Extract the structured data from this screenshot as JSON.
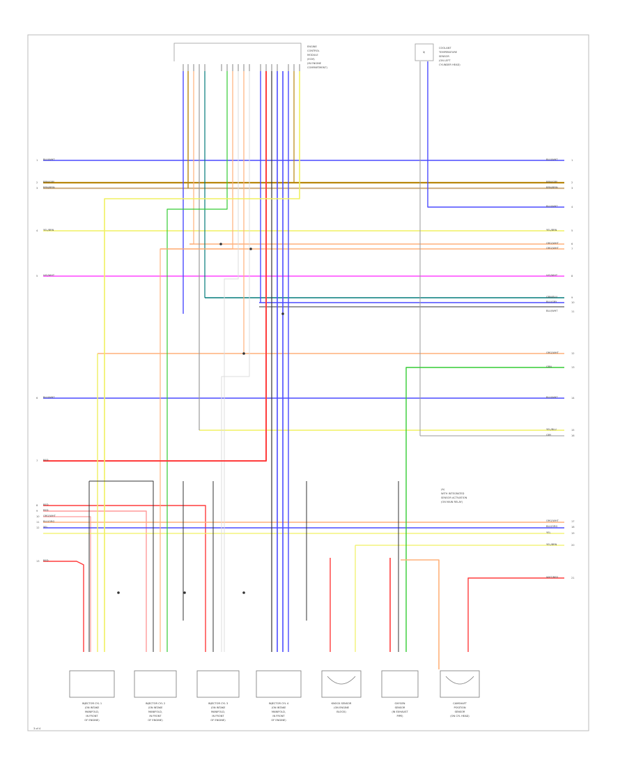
{
  "diagram": {
    "corner_mark": "3 of 4",
    "wire_colors": {
      "blue": "#4a4aff",
      "brown": "#b8860b",
      "tan": "#d2b48c",
      "yellow": "#f0f060",
      "orange": "#ffb07a",
      "magenta": "#ff44ff",
      "green": "#33cc33",
      "dkgreen": "#007a7a",
      "red": "#ff3b3b",
      "pink": "#ff9999",
      "gray": "#999999",
      "black": "#333333",
      "white": "#dddddd",
      "violet": "#9a4aff"
    },
    "left_wires": [
      {
        "label": "BLU/WHT",
        "num": "1"
      },
      {
        "label": "BRN/GRY",
        "num": "2"
      },
      {
        "label": "BRN/BRN",
        "num": "3"
      },
      {
        "label": "YEL/BRN",
        "num": "4"
      },
      {
        "label": "VIO/WHT",
        "num": "5"
      },
      {
        "label": "BLU/WHT",
        "num": "6"
      },
      {
        "label": "RED",
        "num": "7"
      },
      {
        "label": "RED",
        "num": "8"
      },
      {
        "label": "RED",
        "num": "9"
      },
      {
        "label": "ORG/WHT",
        "num": "10"
      },
      {
        "label": "BLU/ORG",
        "num": "11"
      },
      {
        "label": "YEL",
        "num": "12"
      },
      {
        "label": "RED",
        "num": "13"
      }
    ],
    "right_wires": [
      {
        "label": "BLU/WHT",
        "num": "1"
      },
      {
        "label": "BRN/GRY",
        "num": "2"
      },
      {
        "label": "BRN/BRN",
        "num": "3"
      },
      {
        "label": "BLU/WHT",
        "num": "4"
      },
      {
        "label": "YEL/BRN",
        "num": "5"
      },
      {
        "label": "ORG/WHT",
        "num": "6"
      },
      {
        "label": "ORG/WHT",
        "num": "7"
      },
      {
        "label": "VIO/WHT",
        "num": "8"
      },
      {
        "label": "GRN/BLU",
        "num": "9"
      },
      {
        "label": "BLU/GRY",
        "num": "10"
      },
      {
        "label": "BLU/WHT",
        "num": "11"
      },
      {
        "label": "ORG/WHT",
        "num": "12"
      },
      {
        "label": "GRN",
        "num": "13"
      },
      {
        "label": "BLU/WHT",
        "num": "14"
      },
      {
        "label": "YEL/BLU",
        "num": "15"
      },
      {
        "label": "GRY",
        "num": "16"
      },
      {
        "label": "ORG/WHT",
        "num": "17"
      },
      {
        "label": "BLU/ORG",
        "num": "18"
      },
      {
        "label": "YEL",
        "num": "19"
      },
      {
        "label": "YEL/BRN",
        "num": "20"
      },
      {
        "label": "WHT/RED",
        "num": "21"
      }
    ],
    "top_module": [
      "ENGINE",
      "CONTROL",
      "MODULE",
      "(ECM)",
      "(IN ENGINE",
      "COMPARTMENT)"
    ],
    "top_right_module": [
      "COOLANT",
      "TEMPERATURE",
      "SENSOR",
      "(ON LEFT",
      "CYLINDER HEAD)"
    ],
    "mid_note": [
      "(A)",
      "WITH INTEGRATED",
      "SENSOR ACTIVATION",
      "(ON MAIN RELAY)"
    ],
    "bottom_components": [
      [
        "INJECTOR CYL 1",
        "(ON INTAKE",
        "MANIFOLD,",
        "IN FRONT",
        "OF ENGINE)"
      ],
      [
        "INJECTOR CYL 2",
        "(ON INTAKE",
        "MANIFOLD,",
        "IN FRONT",
        "OF ENGINE)"
      ],
      [
        "INJECTOR CYL 3",
        "(ON INTAKE",
        "MANIFOLD,",
        "IN FRONT",
        "OF ENGINE)"
      ],
      [
        "INJECTOR CYL 4",
        "(ON INTAKE",
        "MANIFOLD,",
        "IN FRONT",
        "OF ENGINE)"
      ],
      [
        "KNOCK SENSOR",
        "(ON ENGINE",
        "BLOCK)"
      ],
      [
        "OXYGEN",
        "SENSOR",
        "(IN EXHAUST",
        "PIPE)"
      ],
      [
        "CAMSHAFT",
        "POSITION",
        "SENSOR",
        "(ON CYL HEAD)"
      ]
    ]
  }
}
